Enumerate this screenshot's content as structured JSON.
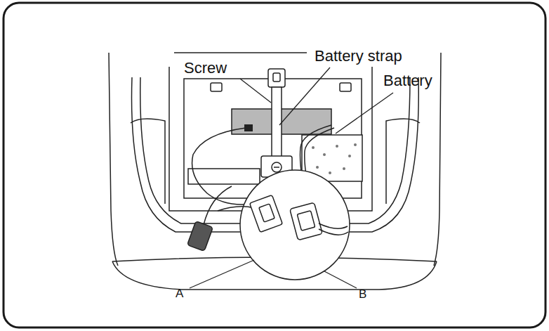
{
  "diagram": {
    "labels": [
      "Screw",
      "Battery strap",
      "Battery",
      "A",
      "B"
    ]
  }
}
